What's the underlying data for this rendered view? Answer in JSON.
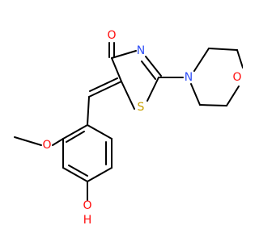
{
  "colors": {
    "bond": "#000000",
    "O": "#ff0d0d",
    "N": "#3050f8",
    "S": "#c8a000",
    "background": "#ffffff"
  },
  "atoms": {
    "ketone_o": "O",
    "ring_n": "N",
    "ring_s": "S",
    "morph_n": "N",
    "morph_o": "O",
    "methoxy_o": "O",
    "hydroxy_o": "O",
    "hydroxy_h": "H"
  }
}
